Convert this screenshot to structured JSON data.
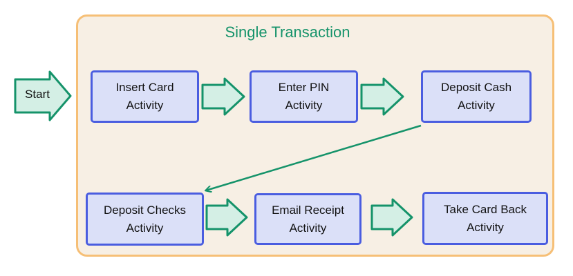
{
  "container": {
    "title": "Single Transaction"
  },
  "start": {
    "label": "Start"
  },
  "activities": [
    {
      "line1": "Insert Card",
      "line2": "Activity"
    },
    {
      "line1": "Enter PIN",
      "line2": "Activity"
    },
    {
      "line1": "Deposit Cash",
      "line2": "Activity"
    },
    {
      "line1": "Deposit Checks",
      "line2": "Activity"
    },
    {
      "line1": "Email Receipt",
      "line2": "Activity"
    },
    {
      "line1": "Take Card Back",
      "line2": "Activity"
    }
  ],
  "colors": {
    "container_fill": "#f7efe4",
    "container_border": "#f6bf76",
    "activity_fill": "#dbe0f8",
    "activity_border": "#4a5de0",
    "arrow_fill": "#d4efe5",
    "arrow_stroke": "#15936a"
  }
}
